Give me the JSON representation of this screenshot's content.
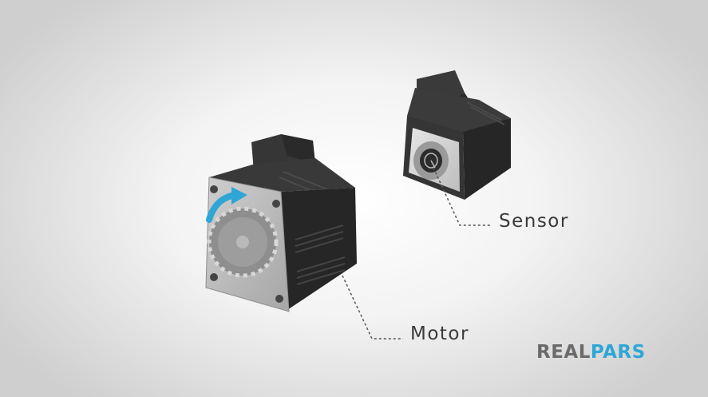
{
  "labels": {
    "sensor": "Sensor",
    "motor": "Motor"
  },
  "logo": {
    "part1": "REAL",
    "part2": "PARS",
    "color1": "#6b6b6b",
    "color2": "#2fa6d6"
  },
  "colors": {
    "body_dark": "#2f2f2f",
    "faceplate": "#b5b5b5",
    "gear": "#8f8f8f",
    "arrow": "#2fa6d6",
    "leader_line": "#555555"
  }
}
